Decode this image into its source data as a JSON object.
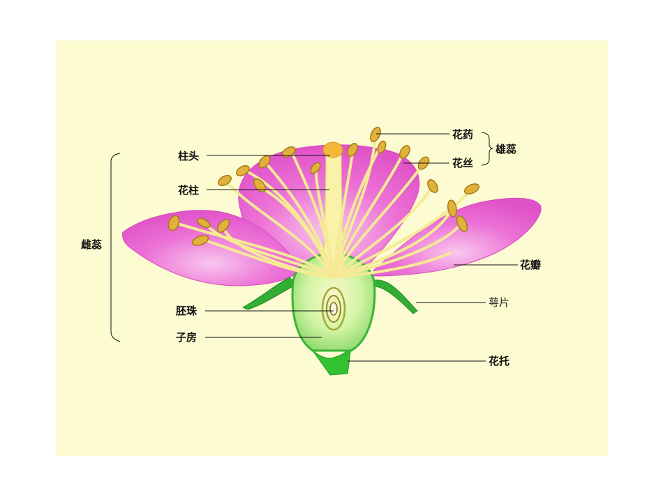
{
  "labels": {
    "stigma": "柱头",
    "style": "花柱",
    "pistil": "雌蕊",
    "ovule": "胚珠",
    "ovary": "子房",
    "anther": "花药",
    "filament": "花丝",
    "stamen": "雄蕊",
    "petal": "花瓣",
    "sepal": "萼片",
    "receptacle": "花托"
  },
  "colors": {
    "panel": "#fdfbd1",
    "petal": "#e85fd0",
    "petal_light": "#f7aee9",
    "filament": "#f7ee9a",
    "anther": "#e0b23a",
    "sepal": "#2fae2f",
    "ovary": "#c9f39a",
    "receptacle": "#31c231"
  }
}
